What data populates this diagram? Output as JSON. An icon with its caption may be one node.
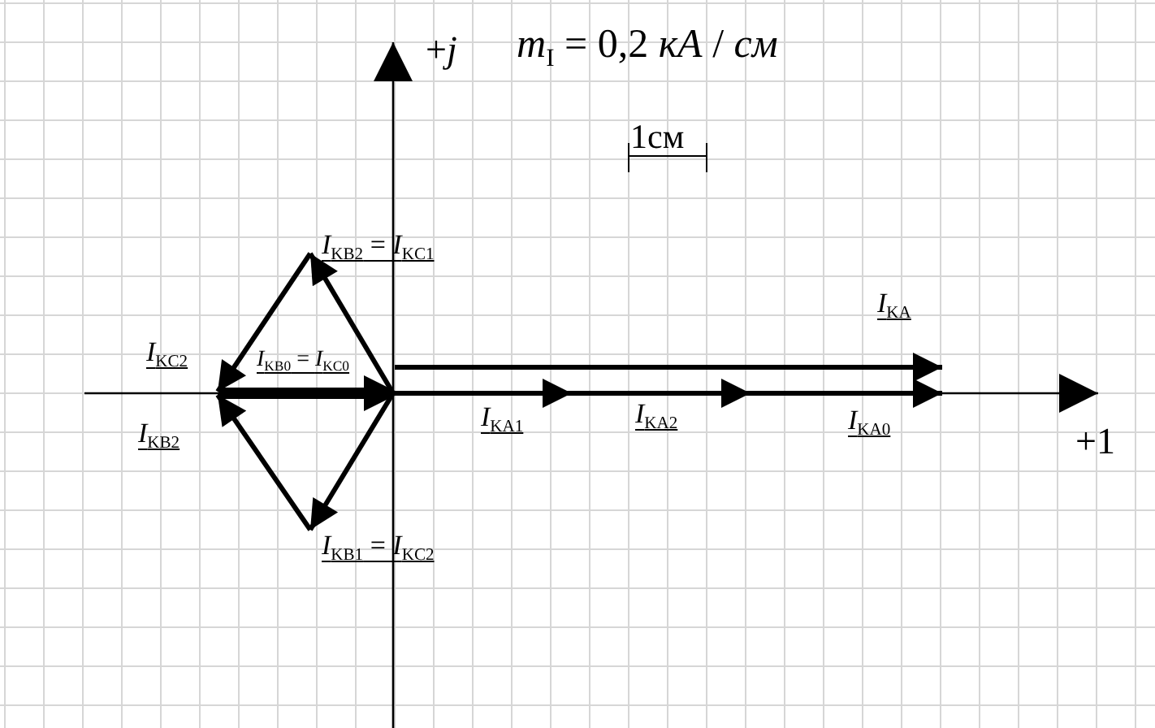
{
  "diagram": {
    "labels": [
      "+*j*",
      "*m*$_{I}$ = 0,2 *кА* / *см*",
      "1см",
      "*I*$_{KB2}$ = *I*$_{KC1}$",
      "*I*$_{KA}$",
      "*I*$_{KC2}$",
      "*I*$_{KB0}$ = *I*$_{KC0}$",
      "*I*$_{KB2}$",
      "*I*$_{KA1}$",
      "*I*$_{KA2}$",
      "*I*$_{KA0}$",
      "+1",
      "*I*$_{KB1}$ = *I*$_{KC2}$"
    ]
  }
}
